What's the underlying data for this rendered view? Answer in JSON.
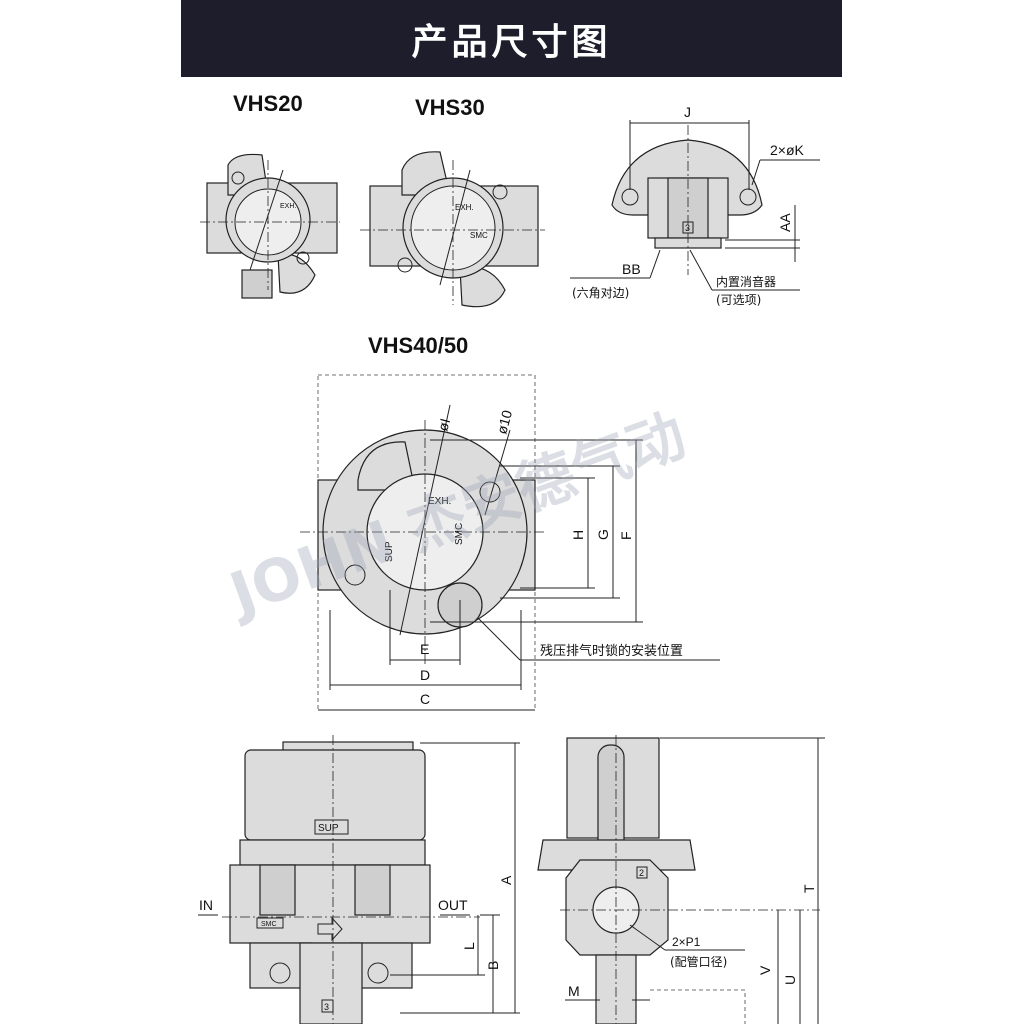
{
  "header": {
    "title": "产品尺寸图"
  },
  "models": {
    "vhs20": "VHS20",
    "vhs30": "VHS30",
    "vhs4050": "VHS40/50"
  },
  "valve_face": {
    "exh": "EXH.",
    "sup": "SUP",
    "brand": "SMC"
  },
  "side_view_top": {
    "J": "J",
    "K": "2×øK",
    "AA": "AA",
    "BB": "BB",
    "BB_note": "(六角对边)",
    "silencer": "内置消音器",
    "silencer_note": "(可选项)",
    "port": "3"
  },
  "main_view": {
    "dia_I": "øI",
    "dia_10": "ø10",
    "H": "H",
    "G": "G",
    "F": "F",
    "E": "E",
    "D": "D",
    "C": "C",
    "lock_note": "残压排气时锁的安装位置"
  },
  "front_view": {
    "sup": "SUP",
    "in": "IN",
    "out": "OUT",
    "L": "L",
    "B": "B",
    "A": "A",
    "port": "3",
    "brand": "SMC"
  },
  "right_view": {
    "port": "2",
    "P1": "2×P1",
    "P1_note": "(配管口径)",
    "M": "M",
    "V": "V",
    "U": "U",
    "T": "T"
  },
  "watermark": "JOHN 杰安德气动"
}
